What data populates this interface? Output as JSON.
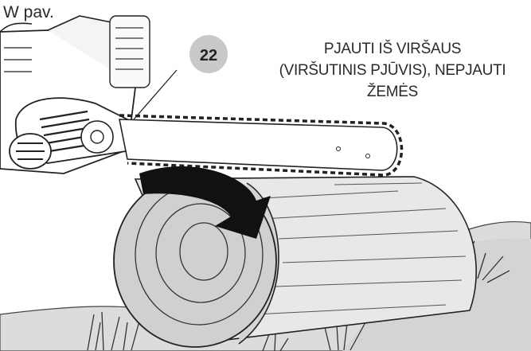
{
  "figure": {
    "label": "W pav.",
    "callout_number": "22",
    "caption": "PJAUTI IŠ VIRŠAUS (VIRŠUTINIS PJŪVIS), NEPJAUTI ŽEMĖS"
  },
  "colors": {
    "ink": "#222222",
    "ground": "#dcdcdc",
    "log_fill": "#e8e8e8",
    "log_end": "#d0d0d0",
    "arrow": "#111111",
    "callout_circle": "#c8c8c8"
  },
  "icons": [
    "chainsaw-illustration",
    "log-illustration",
    "cut-direction-arrow",
    "grass-tufts"
  ]
}
